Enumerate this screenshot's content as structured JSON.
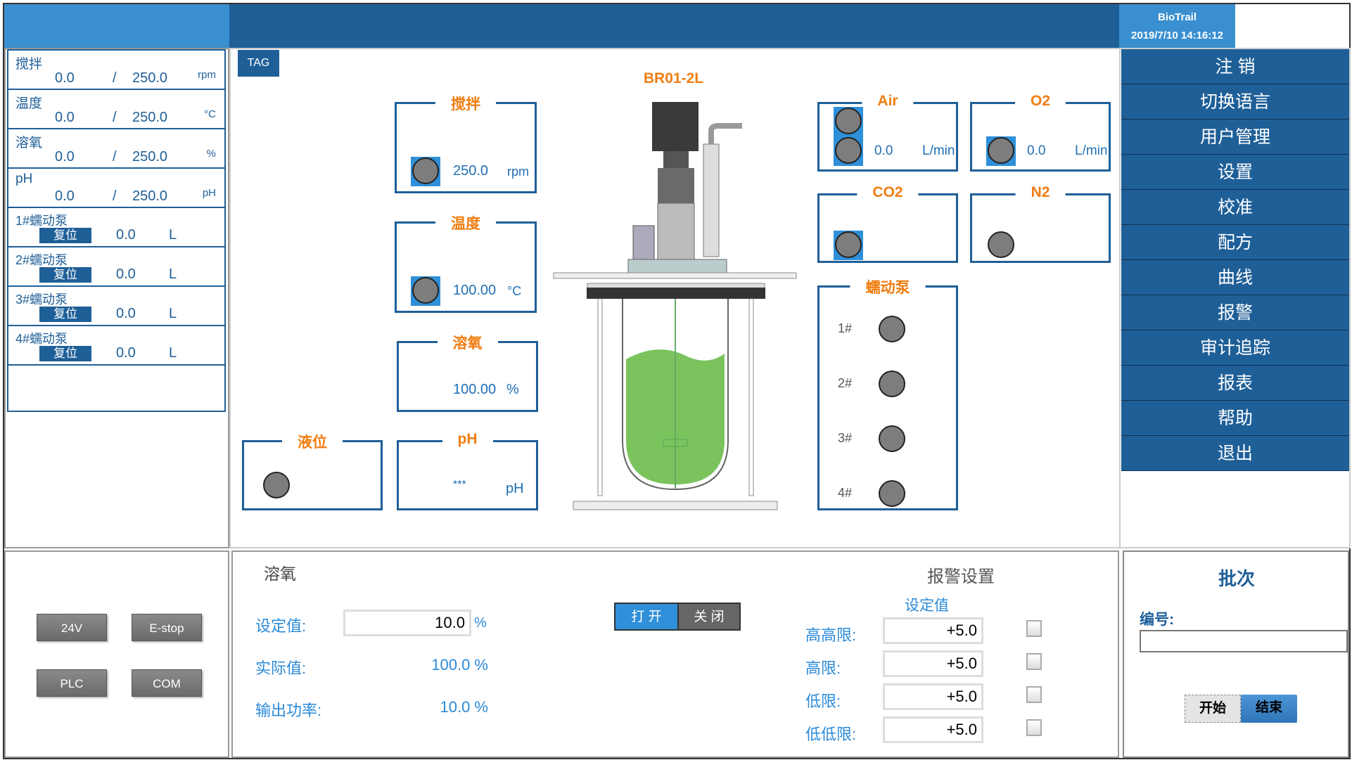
{
  "header": {
    "brand": "BioTrail",
    "datetime": "2019/7/10 14:16:12"
  },
  "left_list": [
    {
      "name": "搅拌",
      "value": "0.0",
      "sep": "/",
      "setpoint": "250.0",
      "unit": "rpm"
    },
    {
      "name": "温度",
      "value": "0.0",
      "sep": "/",
      "setpoint": "250.0",
      "unit": "°C"
    },
    {
      "name": "溶氧",
      "value": "0.0",
      "sep": "/",
      "setpoint": "250.0",
      "unit": "%"
    },
    {
      "name": "pH",
      "value": "0.0",
      "sep": "/",
      "setpoint": "250.0",
      "unit": "pH"
    }
  ],
  "pumps": [
    {
      "name": "1#蠕动泵",
      "reset": "复位",
      "value": "0.0",
      "unit": "L"
    },
    {
      "name": "2#蠕动泵",
      "reset": "复位",
      "value": "0.0",
      "unit": "L"
    },
    {
      "name": "3#蠕动泵",
      "reset": "复位",
      "value": "0.0",
      "unit": "L"
    },
    {
      "name": "4#蠕动泵",
      "reset": "复位",
      "value": "0.0",
      "unit": "L"
    }
  ],
  "status_buttons": {
    "b24v": "24V",
    "estop": "E-stop",
    "plc": "PLC",
    "com": "COM"
  },
  "main": {
    "tag": "TAG",
    "vessel": "BR01-2L",
    "stir": {
      "title": "搅拌",
      "value": "250.0",
      "unit": "rpm"
    },
    "temp": {
      "title": "温度",
      "value": "100.00",
      "unit": "°C"
    },
    "do": {
      "title": "溶氧",
      "value": "100.00",
      "unit": "%"
    },
    "level": {
      "title": "液位"
    },
    "ph": {
      "title": "pH",
      "value": "***",
      "unit": "pH"
    },
    "air": {
      "title": "Air",
      "value": "0.0",
      "unit": "L/min"
    },
    "o2": {
      "title": "O2",
      "value": "0.0",
      "unit": "L/min"
    },
    "co2": {
      "title": "CO2"
    },
    "n2": {
      "title": "N2"
    },
    "pump_box": {
      "title": "蠕动泵",
      "items": [
        "1#",
        "2#",
        "3#",
        "4#"
      ]
    }
  },
  "detail": {
    "title": "溶氧",
    "setpoint_label": "设定值:",
    "setpoint": "10.0",
    "setpoint_unit": "%",
    "actual_label": "实际值:",
    "actual": "100.0 %",
    "output_label": "输出功率:",
    "output": "10.0 %",
    "on": "打 开",
    "off": "关 闭",
    "alarm_title": "报警设置",
    "alarm_col": "设定值",
    "alarms": [
      {
        "label": "高高限:",
        "value": "+5.0"
      },
      {
        "label": "高限:",
        "value": "+5.0"
      },
      {
        "label": "低限:",
        "value": "+5.0"
      },
      {
        "label": "低低限:",
        "value": "+5.0"
      }
    ]
  },
  "menu": [
    "注 销",
    "切换语言",
    "用户管理",
    "设置",
    "校准",
    "配方",
    "曲线",
    "报警",
    "审计追踪",
    "报表",
    "帮助",
    "退出"
  ],
  "batch": {
    "title": "批次",
    "id_label": "编号:",
    "id_value": "",
    "start": "开始",
    "end": "结束"
  }
}
